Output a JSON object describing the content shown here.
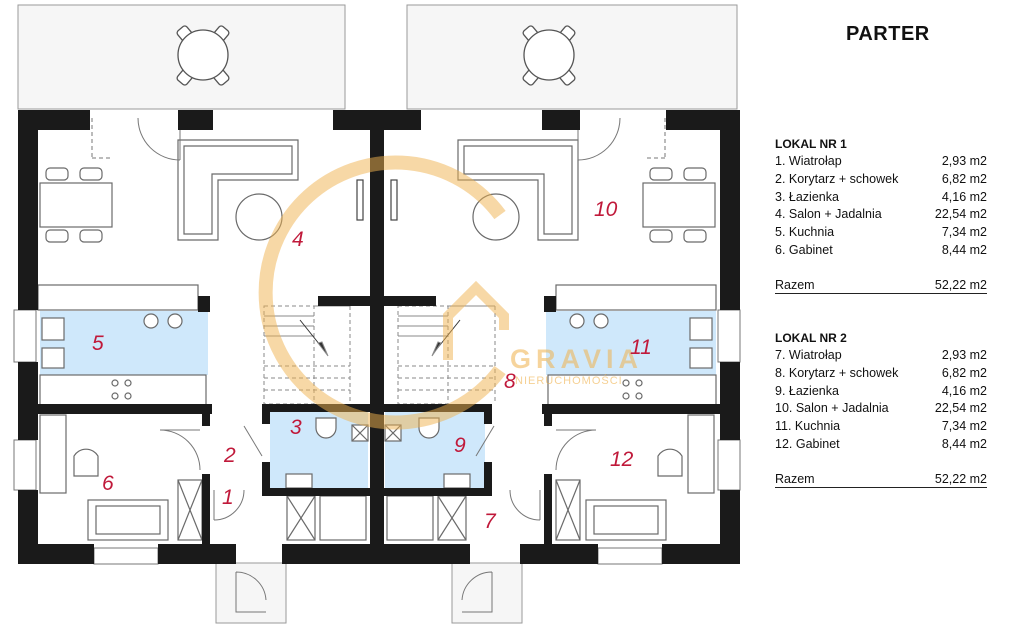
{
  "header": {
    "title": "PARTER"
  },
  "units": [
    {
      "name": "LOKAL NR 1",
      "rooms": [
        {
          "label": "1. Wiatrołap",
          "area": "2,93 m2"
        },
        {
          "label": "2. Korytarz + schowek",
          "area": "6,82 m2"
        },
        {
          "label": "3. Łazienka",
          "area": "4,16 m2"
        },
        {
          "label": "4. Salon + Jadalnia",
          "area": "22,54 m2"
        },
        {
          "label": "5. Kuchnia",
          "area": "7,34 m2"
        },
        {
          "label": "6. Gabinet",
          "area": "8,44 m2"
        }
      ],
      "total_label": "Razem",
      "total_area": "52,22 m2"
    },
    {
      "name": "LOKAL NR 2",
      "rooms": [
        {
          "label": "7. Wiatrołap",
          "area": "2,93 m2"
        },
        {
          "label": "8. Korytarz + schowek",
          "area": "6,82 m2"
        },
        {
          "label": "9. Łazienka",
          "area": "4,16 m2"
        },
        {
          "label": "10. Salon + Jadalnia",
          "area": "22,54 m2"
        },
        {
          "label": "11. Kuchnia",
          "area": "7,34 m2"
        },
        {
          "label": "12. Gabinet",
          "area": "8,44 m2"
        }
      ],
      "total_label": "Razem",
      "total_area": "52,22 m2"
    }
  ],
  "plan": {
    "room_labels": [
      "1",
      "2",
      "3",
      "4",
      "5",
      "6",
      "7",
      "8",
      "9",
      "10",
      "11",
      "12"
    ],
    "watermark": {
      "brand": "GRAVIA",
      "sub": "NIERUCHOMOŚCI"
    },
    "colors": {
      "wall": "#1a1a1a",
      "wet_room": "#cfe8fb",
      "room_number": "#c0193a",
      "watermark": "#f0b24d",
      "terrace": "#f6f6f6"
    }
  }
}
